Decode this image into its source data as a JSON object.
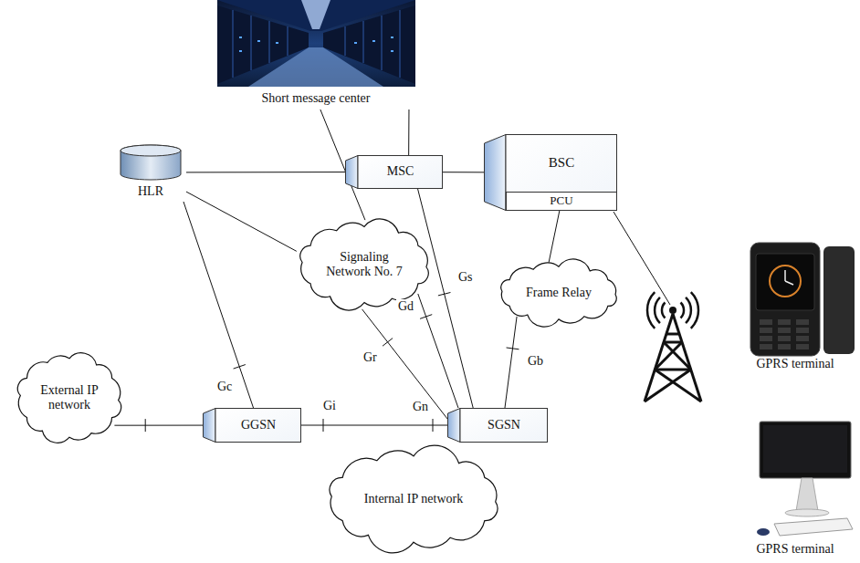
{
  "diagram": {
    "nodes": [
      {
        "text": [
          "Short message center"
        ]
      },
      {
        "text": [
          "HLR"
        ]
      },
      {
        "text": [
          "MSC"
        ]
      },
      {
        "text": [
          "BSC"
        ]
      },
      {
        "text": [
          "PCU"
        ],
        "in": 3
      },
      {
        "text": [
          "Signaling Network No. 7"
        ]
      },
      {
        "text": [
          "Frame Relay"
        ]
      },
      {
        "text": [
          "External IP network"
        ]
      },
      {
        "text": [
          "GGSN"
        ]
      },
      {
        "text": [
          "SGSN"
        ]
      },
      {
        "text": [
          "Internal IP network"
        ]
      },
      {
        "text": [
          "GPRS terminal"
        ]
      },
      {
        "text": [
          "GPRS terminal"
        ]
      }
    ],
    "edges": [
      {
        "from": 0,
        "to": 2,
        "arrow": "none"
      },
      {
        "from": 1,
        "to": 2,
        "arrow": "none"
      },
      {
        "from": 2,
        "to": 3,
        "arrow": "none"
      },
      {
        "from": 0,
        "to": 5,
        "arrow": "none"
      },
      {
        "from": 1,
        "to": 5,
        "arrow": "none"
      },
      {
        "from": 2,
        "to": 9,
        "label": "Gs",
        "arrow": "none"
      },
      {
        "from": 5,
        "to": 9,
        "label": "Gd",
        "arrow": "none"
      },
      {
        "from": 5,
        "to": 9,
        "label": "Gr",
        "arrow": "none"
      },
      {
        "from": 4,
        "to": 6,
        "arrow": "none"
      },
      {
        "from": 6,
        "to": 9,
        "label": "Gb",
        "arrow": "none"
      },
      {
        "from": 1,
        "to": 8,
        "label": "Gc",
        "arrow": "none"
      },
      {
        "from": 7,
        "to": 8,
        "arrow": "none"
      },
      {
        "from": 8,
        "to": 9,
        "label": "Gn",
        "arrow": "none"
      }
    ],
    "labels": [
      "Gi"
    ]
  }
}
